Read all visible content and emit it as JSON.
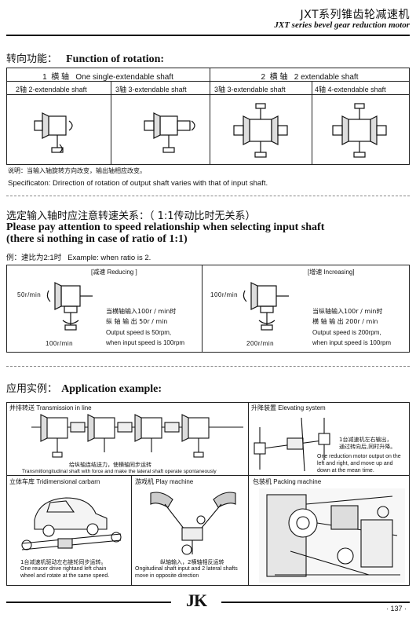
{
  "header": {
    "title_cn": "JXT系列锥齿轮减速机",
    "title_en": "JXT series bevel gear reduction motor"
  },
  "rotation": {
    "heading_cn": "转向功能：",
    "heading_en": "Function of rotation:",
    "single_header_num": "1",
    "single_header_cn": "横 轴",
    "single_header_en": "One single-extendable shaft",
    "double_header_num": "2",
    "double_header_cn": "横 轴",
    "double_header_en": "2 extendable shaft",
    "cols": [
      {
        "num": "2轴",
        "label": "2-extendable shaft"
      },
      {
        "num": "3轴",
        "label": "3-extendable shaft"
      },
      {
        "num": "3轴",
        "label": "3-extendable shaft"
      },
      {
        "num": "4轴",
        "label": "4-extendable shaft"
      }
    ],
    "note_cn": "说明：当输入轴旋转方向改变，输出轴相应改变。",
    "note_en": "Specificaton: Drirection of rotation of output shaft varies with that of input shaft."
  },
  "speed": {
    "heading_cn": "选定输入轴时应注意转速关系：（ 1:1传动比时无关系）",
    "heading_en_1": "Please pay attention to speed relationship when selecting input shaft",
    "heading_en_2": "(there si nothing in case of ratio of 1:1)",
    "example": "例：速比为2:1时   Example: when ratio is 2.",
    "left": {
      "title": "[减速 Reducing ]",
      "in_rpm": "50r/min",
      "out_rpm": "100r/min",
      "cn_1": "当横轴输入100r / min时",
      "cn_2": "纵 轴 输 出 50r / min",
      "en_1": "Output speed is 50rpm,",
      "en_2": "when input speed is 100rpm"
    },
    "right": {
      "title": "[增速 Increasing]",
      "in_rpm": "100r/min",
      "out_rpm": "200r/min",
      "cn_1": "当纵轴输入100r / min时",
      "cn_2": "横 轴 输 出 200r / min",
      "en_1": "Output speed is 200rpm,",
      "en_2": "when input speed is 100rpm"
    }
  },
  "application": {
    "heading_cn": "应用实例：",
    "heading_en": "Application example:",
    "transmission": {
      "title_cn": "并排转送",
      "title_en": "Transmission in line",
      "cap_cn": "给纵轴连结送力，使横轴同步运转",
      "cap_en": "Transmitlongitudinal shaft with force and make the lateral shaft operate spontaneously"
    },
    "elevating": {
      "title_cn": "升降装置",
      "title_en": "Elevating system",
      "cap_cn_1": "1台减速机左右输出，",
      "cap_cn_2": "通过转向后,同时升降。",
      "cap_en_1": "One reduction motor output on the",
      "cap_en_2": "left and right, and move up and",
      "cap_en_3": "down at the mean time."
    },
    "carbarn": {
      "title_cn": "立体车库",
      "title_en": "Tridimensional carbarn",
      "cap_cn": "1台减速机驱动左右链轮同步运转。",
      "cap_en_1": "One reucer drive rightand left chain",
      "cap_en_2": "wheel and rotate at the same speed."
    },
    "play": {
      "title_cn": "游戏机",
      "title_en": "Play machine",
      "cap_cn": "纵轴输入，2横轴相反运转",
      "cap_en_1": "Ongitudinal shaft input and 2 lateral shafts",
      "cap_en_2": "move in opposite direction"
    },
    "packing": {
      "title_cn": "包装机",
      "title_en": "Packing machine"
    }
  },
  "footer": {
    "logo": "JK",
    "page": "· 137 ·"
  }
}
